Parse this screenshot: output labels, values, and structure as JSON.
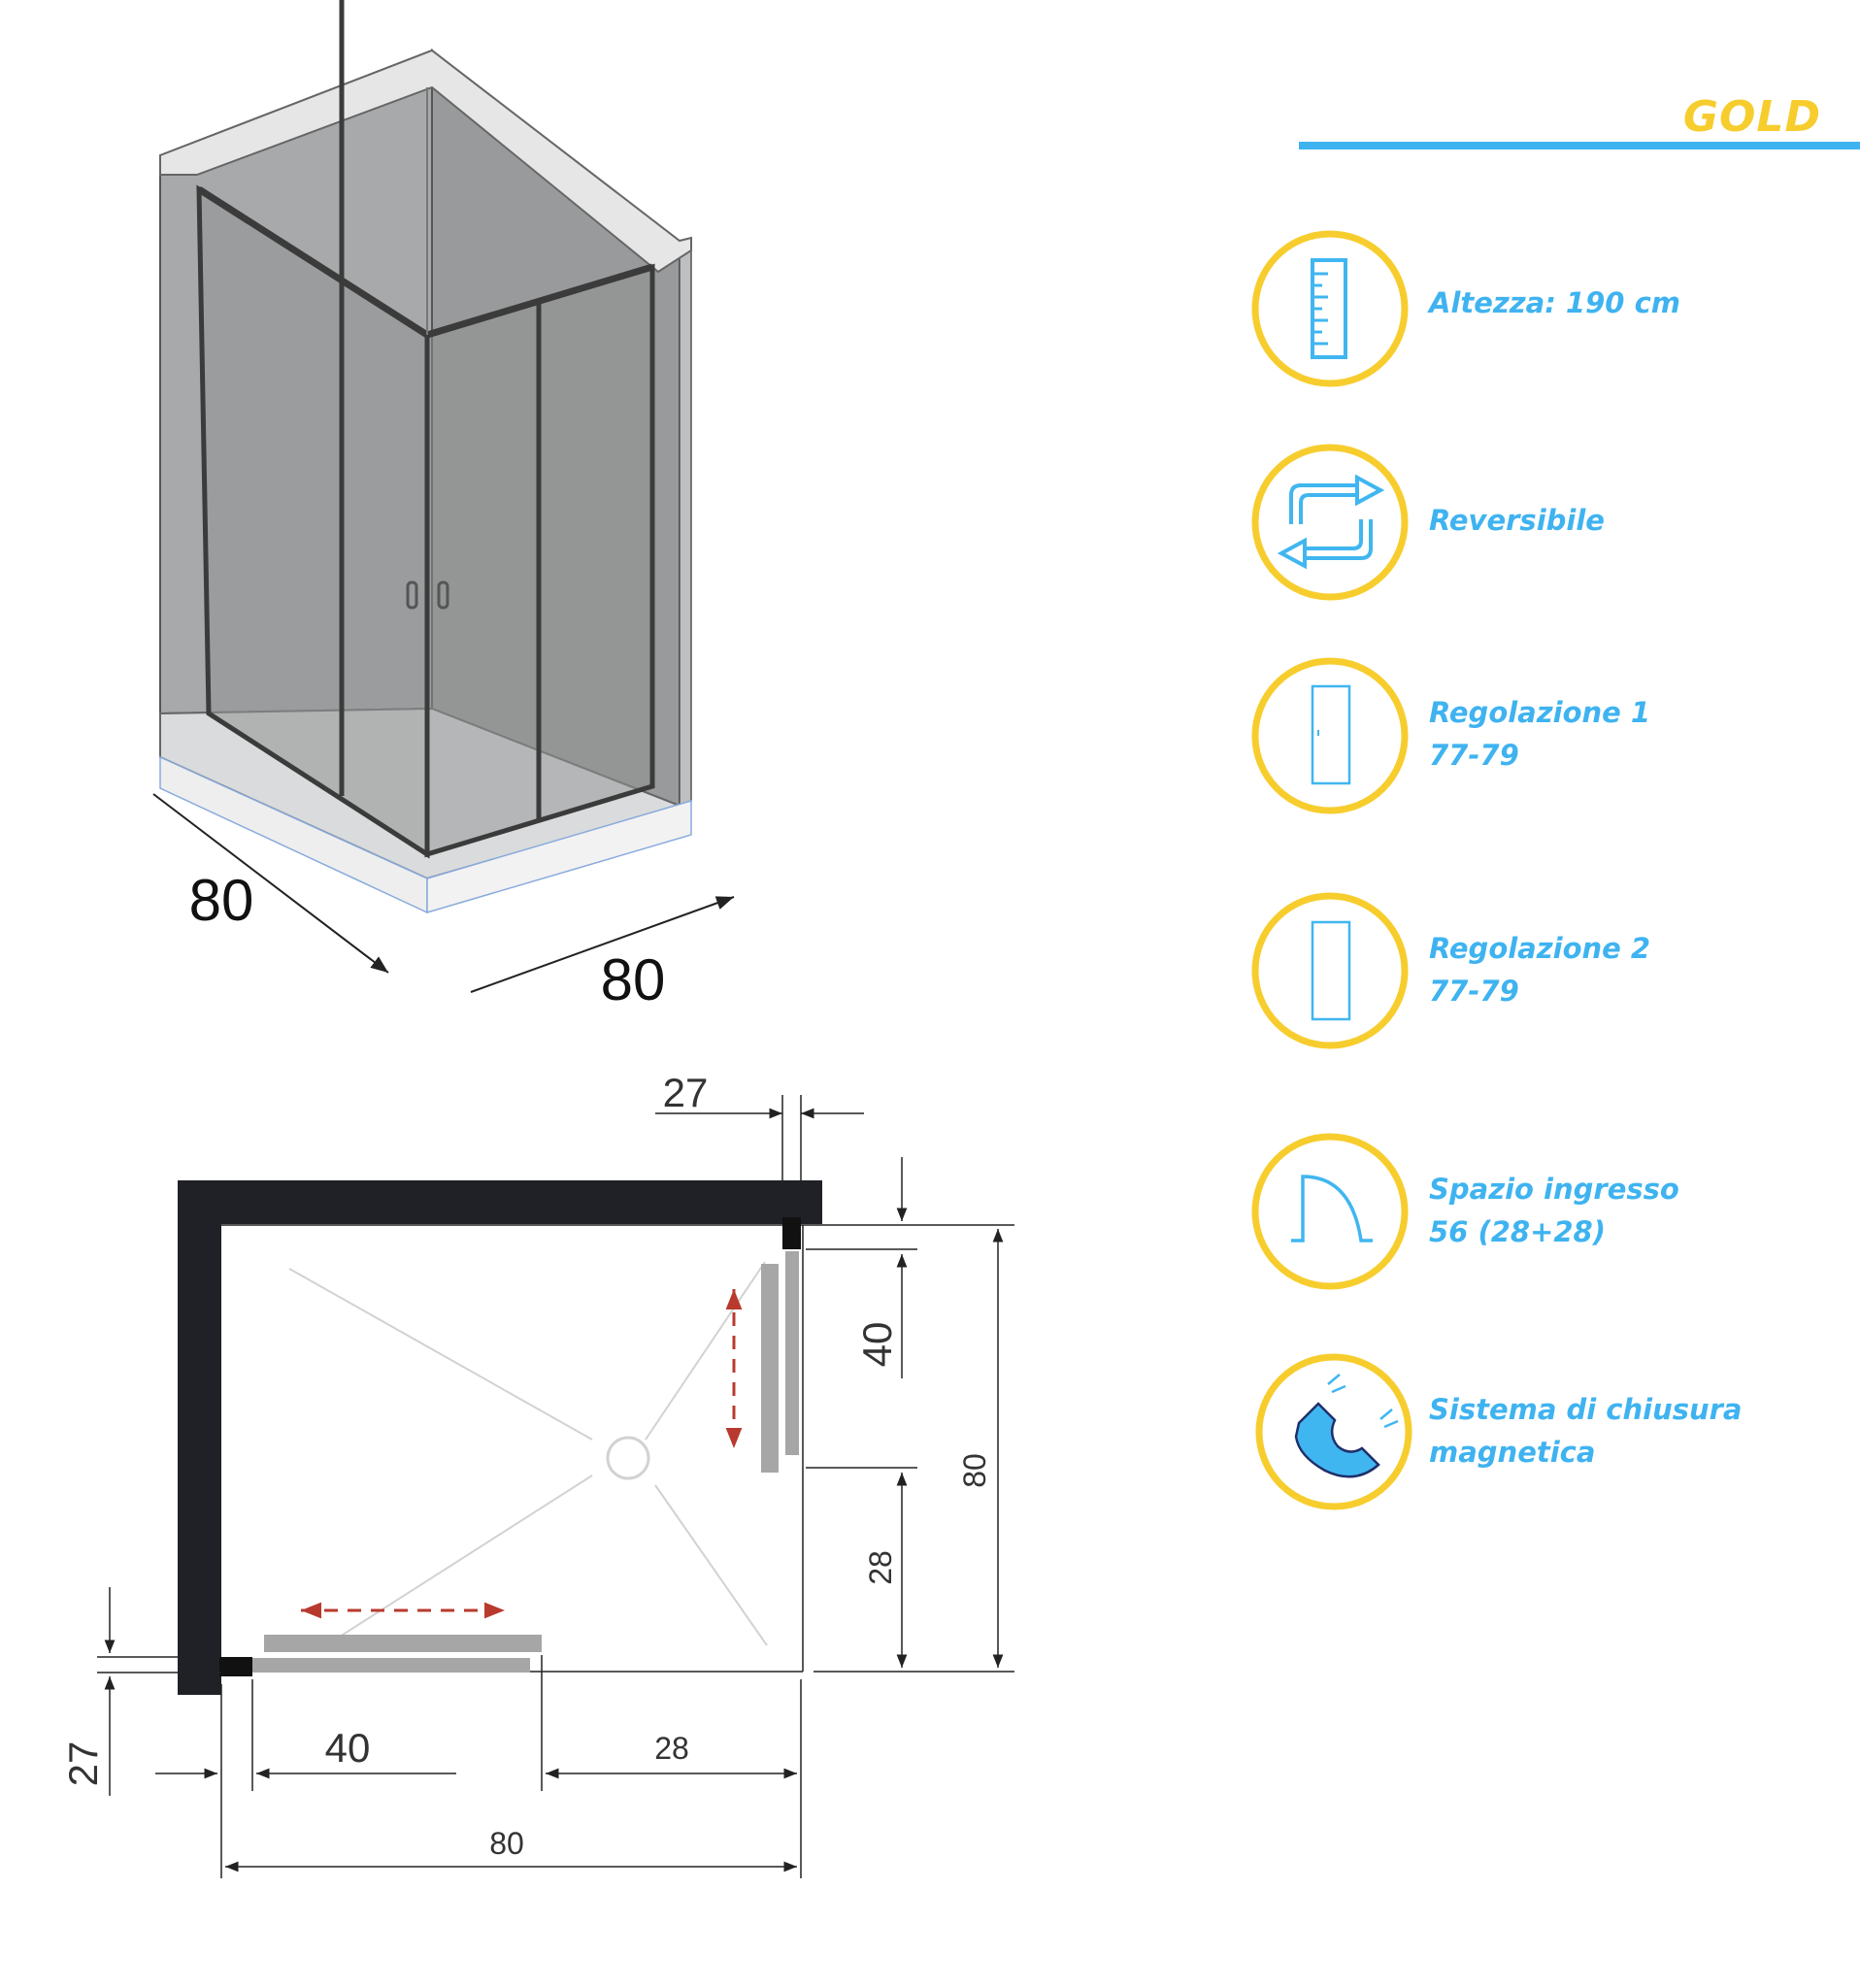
{
  "brand": {
    "name": "GOLD"
  },
  "colors": {
    "brand_yellow": "#f7cd2e",
    "brand_blue": "#3fb3f0",
    "icon_blue": "#40b6f0",
    "wall_dark": "#1f2126",
    "door_gray": "#a6a6a6",
    "arrow_red": "#b83a2e"
  },
  "features": [
    {
      "icon": "ruler-icon",
      "lines": [
        "Altezza: 190 cm"
      ]
    },
    {
      "icon": "reversible-arrows-icon",
      "lines": [
        "Reversibile"
      ]
    },
    {
      "icon": "door-adjust-1-icon",
      "lines": [
        "Regolazione 1",
        "77-79"
      ]
    },
    {
      "icon": "door-adjust-2-icon",
      "lines": [
        "Regolazione 2",
        "77-79"
      ]
    },
    {
      "icon": "door-swing-icon",
      "lines": [
        "Spazio ingresso",
        "56 (28+28)"
      ]
    },
    {
      "icon": "magnet-icon",
      "lines": [
        "Sistema di chiusura",
        "magnetica"
      ]
    }
  ],
  "iso_view": {
    "depth_label": "80",
    "width_label": "80"
  },
  "plan": {
    "top_gap": "27",
    "right_door": "40",
    "right_opening": "28",
    "right_total": "80",
    "left_gap": "27",
    "bottom_door": "40",
    "bottom_opening": "28",
    "bottom_total": "80"
  }
}
